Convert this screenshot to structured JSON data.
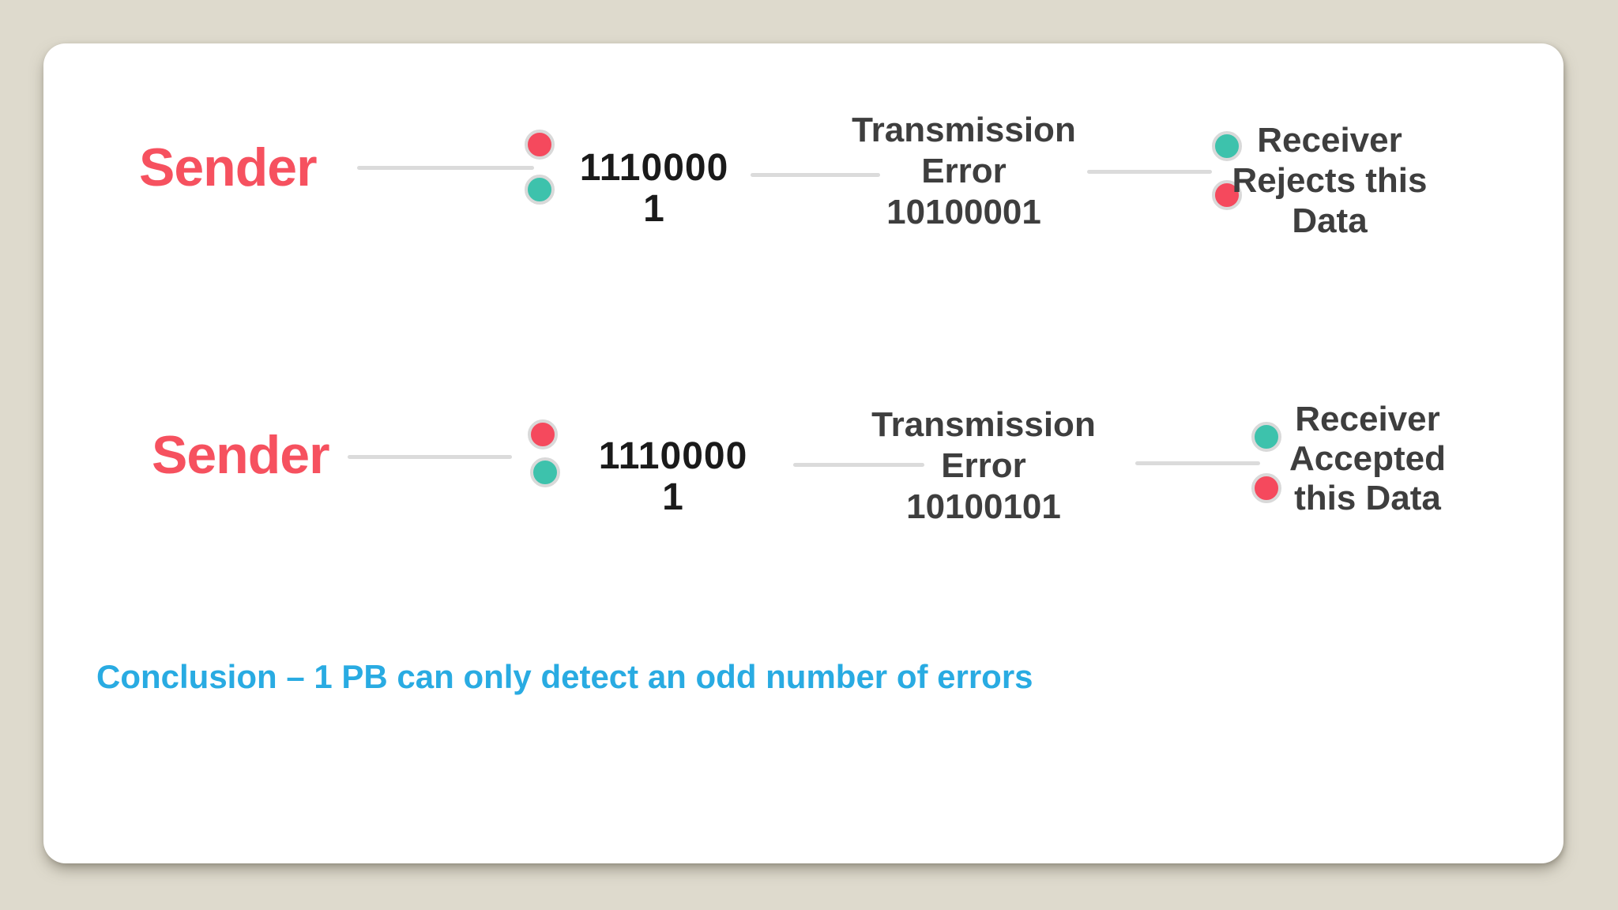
{
  "colors": {
    "background": "#DEDACD",
    "card": "#FFFFFF",
    "sender": "#F6515F",
    "dot_red": "#F5495D",
    "dot_teal": "#3DC2AC",
    "dot_ring": "#D9D9D9",
    "connector": "#DBDBDB",
    "text_dark": "#3E3E3E",
    "text_black": "#1A1A1A",
    "conclusion": "#29ABE2"
  },
  "rows": [
    {
      "sender_label": "Sender",
      "data_bits": "1110000",
      "parity_bit": "1",
      "transmission": {
        "line1": "Transmission",
        "line2": "Error",
        "bits": "10100001"
      },
      "receiver": {
        "line1": "Receiver",
        "line2": "Rejects this",
        "line3": "Data"
      }
    },
    {
      "sender_label": "Sender",
      "data_bits": "1110000",
      "parity_bit": "1",
      "transmission": {
        "line1": "Transmission",
        "line2": "Error",
        "bits": "10100101"
      },
      "receiver": {
        "line1": "Receiver",
        "line2": "Accepted",
        "line3": "this Data"
      }
    }
  ],
  "conclusion": "Conclusion – 1 PB can only detect an odd number of errors"
}
